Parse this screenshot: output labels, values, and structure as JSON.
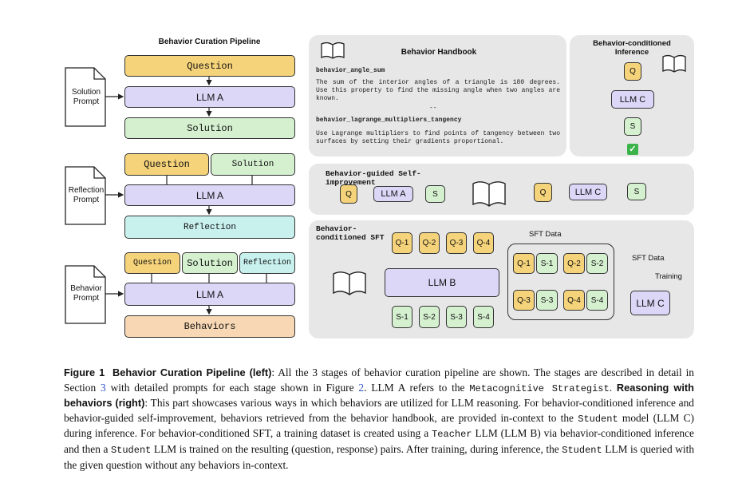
{
  "pipeline": {
    "title": "Behavior Curation Pipeline",
    "stage1": {
      "prompt": "Solution Prompt",
      "question": "Question",
      "llm": "LLM A",
      "output": "Solution"
    },
    "stage2": {
      "prompt": "Reflection Prompt",
      "question": "Question",
      "solution": "Solution",
      "llm": "LLM A",
      "output": "Reflection"
    },
    "stage3": {
      "prompt": "Behavior Prompt",
      "question": "Question",
      "solution": "Solution",
      "reflection": "Reflection",
      "llm": "LLM A",
      "output": "Behaviors"
    }
  },
  "handbook": {
    "title": "Behavior Handbook",
    "b1_name": "behavior_angle_sum",
    "b1_text": "The sum of the interior angles of a triangle is 180 degrees. Use this property to find the missing angle when two angles are known.",
    "sep": "--",
    "b2_name": "behavior_lagrange_multipliers_tangency",
    "b2_text": "Use Lagrange multipliers to find points of tangency between two surfaces by setting their gradients proportional."
  },
  "inference": {
    "title": "Behavior-conditioned Inference",
    "q": "Q",
    "llm": "LLM C",
    "s": "S",
    "check": "✓"
  },
  "self_improve": {
    "title": "Behavior-guided Self-improvement",
    "q1": "Q",
    "llm1": "LLM A",
    "s1": "S",
    "q2": "Q",
    "llm2": "LLM C",
    "s2": "S"
  },
  "sft": {
    "title": "Behavior-conditioned SFT",
    "questions": [
      "Q-1",
      "Q-2",
      "Q-3",
      "Q-4"
    ],
    "llm": "LLM B",
    "solutions": [
      "S-1",
      "S-2",
      "S-3",
      "S-4"
    ],
    "data_title": "SFT Data",
    "data_row1": [
      "Q-1",
      "S-1",
      "Q-2",
      "S-2"
    ],
    "data_row2": [
      "Q-3",
      "S-3",
      "Q-4",
      "S-4"
    ],
    "data_label": "SFT Data",
    "training": "Training",
    "student": "LLM C"
  },
  "caption": {
    "fig": "Figure 1",
    "left_title": "Behavior Curation Pipeline (left)",
    "t1": ": All the 3 stages of behavior curation pipeline are shown. The stages are described in detail in Section ",
    "sec": "3",
    "t2": " with detailed prompts for each stage shown in Figure ",
    "figref": "2",
    "t3": ". LLM A refers to the ",
    "metacog": "Metacognitive Strategist",
    "t4": ". ",
    "right_title": "Reasoning with behaviors (right)",
    "t5": ": This part showcases various ways in which behaviors are utilized for LLM reasoning. For behavior-conditioned inference and behavior-guided self-improvement, behaviors retrieved from the behavior handbook, are provided in-context to the ",
    "student1": "Student",
    "t6": " model (LLM C) during inference. For behavior-conditioned SFT, a training dataset is created using a ",
    "teacher": "Teacher",
    "t7": " LLM (LLM B) via behavior-conditioned inference and then a ",
    "student2": "Student",
    "t8": " LLM is trained on the resulting (question, response) pairs. After training, during inference, the ",
    "student3": "Student",
    "t9": " LLM is queried with the given question without any behaviors in-context."
  }
}
